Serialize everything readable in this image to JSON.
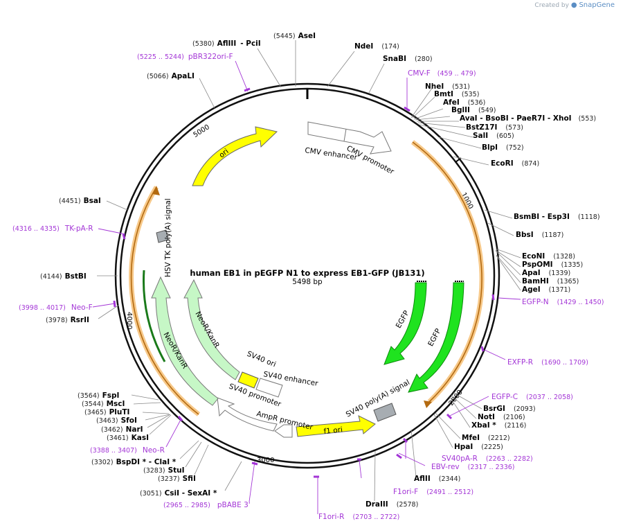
{
  "branding": {
    "created_by": "Created by",
    "app_name": "SnapGene"
  },
  "plasmid": {
    "title": "human EB1 in pEGFP N1 to express EB1-GFP (JB131)",
    "size_text": "5498 bp",
    "length": 5498
  },
  "colors": {
    "primer": "#a335d6",
    "orf": "#f5b04a",
    "egfp": "#1fe31f",
    "ori": "#ffff00",
    "neo": "#c6f7c6",
    "backbone": "#111111"
  },
  "scale_ticks": [
    "1000",
    "2000",
    "3000",
    "4000",
    "5000"
  ],
  "enzymes": [
    {
      "name": "AseI",
      "pos": "(5445)"
    },
    {
      "name": "AflIII",
      "pos": "(5380)",
      "extra": "- PciI"
    },
    {
      "name": "ApaLI",
      "pos": "(5066)"
    },
    {
      "name": "NdeI",
      "pos": "(174)"
    },
    {
      "name": "SnaBI",
      "pos": "(280)"
    },
    {
      "name": "NheI",
      "pos": "(531)"
    },
    {
      "name": "BmtI",
      "pos": "(535)"
    },
    {
      "name": "AfeI",
      "pos": "(536)"
    },
    {
      "name": "BglII",
      "pos": "(549)"
    },
    {
      "name": "AvaI - BsoBI - PaeR7I - XhoI",
      "pos": "(553)"
    },
    {
      "name": "BstZ17I",
      "pos": "(573)"
    },
    {
      "name": "SalI",
      "pos": "(605)"
    },
    {
      "name": "BlpI",
      "pos": "(752)"
    },
    {
      "name": "EcoRI",
      "pos": "(874)"
    },
    {
      "name": "BsmBI - Esp3I",
      "pos": "(1118)"
    },
    {
      "name": "BbsI",
      "pos": "(1187)"
    },
    {
      "name": "EcoNI",
      "pos": "(1328)"
    },
    {
      "name": "PspOMI",
      "pos": "(1335)"
    },
    {
      "name": "ApaI",
      "pos": "(1339)"
    },
    {
      "name": "BamHI",
      "pos": "(1365)"
    },
    {
      "name": "AgeI",
      "pos": "(1371)"
    },
    {
      "name": "BsrGI",
      "pos": "(2093)"
    },
    {
      "name": "NotI",
      "pos": "(2106)"
    },
    {
      "name": "XbaI *",
      "pos": "(2116)"
    },
    {
      "name": "MfeI",
      "pos": "(2212)"
    },
    {
      "name": "HpaI",
      "pos": "(2225)"
    },
    {
      "name": "AflII",
      "pos": "(2344)"
    },
    {
      "name": "DraIII",
      "pos": "(2578)"
    },
    {
      "name": "CsiI - SexAI *",
      "pos": "(3051)"
    },
    {
      "name": "SfiI",
      "pos": "(3237)"
    },
    {
      "name": "StuI",
      "pos": "(3283)"
    },
    {
      "name": "BspDI * - ClaI *",
      "pos": "(3302)"
    },
    {
      "name": "KasI",
      "pos": "(3461)"
    },
    {
      "name": "NarI",
      "pos": "(3462)"
    },
    {
      "name": "SfoI",
      "pos": "(3463)"
    },
    {
      "name": "PluTI",
      "pos": "(3465)"
    },
    {
      "name": "MscI",
      "pos": "(3544)"
    },
    {
      "name": "FspI",
      "pos": "(3564)"
    },
    {
      "name": "RsrII",
      "pos": "(3978)"
    },
    {
      "name": "BstBI",
      "pos": "(4144)"
    },
    {
      "name": "BsaI",
      "pos": "(4451)"
    }
  ],
  "primers": [
    {
      "name": "pBR322ori-F",
      "range": "(5225 .. 5244)"
    },
    {
      "name": "CMV-F",
      "range": "(459 .. 479)"
    },
    {
      "name": "EGFP-N",
      "range": "(1429 .. 1450)"
    },
    {
      "name": "EXFP-R",
      "range": "(1690 .. 1709)"
    },
    {
      "name": "EGFP-C",
      "range": "(2037 .. 2058)"
    },
    {
      "name": "SV40pA-R",
      "range": "(2263 .. 2282)"
    },
    {
      "name": "EBV-rev",
      "range": "(2317 .. 2336)"
    },
    {
      "name": "F1ori-F",
      "range": "(2491 .. 2512)"
    },
    {
      "name": "F1ori-R",
      "range": "(2703 .. 2722)"
    },
    {
      "name": "pBABE 3'",
      "range": "(2965 .. 2985)"
    },
    {
      "name": "Neo-R",
      "range": "(3388 .. 3407)"
    },
    {
      "name": "Neo-F",
      "range": "(3998 .. 4017)"
    },
    {
      "name": "TK-pA-R",
      "range": "(4316 .. 4335)"
    }
  ],
  "features": {
    "cmv_enhancer": "CMV enhancer",
    "cmv_promoter": "CMV promoter",
    "egfp_inner": "EGFP",
    "egfp_outer": "EGFP",
    "sv40_polya": "SV40 poly(A) signal",
    "f1_ori": "f1 ori",
    "ampr_promoter": "AmpR promoter",
    "sv40_promoter": "SV40 promoter",
    "sv40_enhancer": "SV40 enhancer",
    "sv40_ori": "SV40 ori",
    "neo_inner": "NeoR/KanR",
    "neo_outer": "NeoR/KanR",
    "hsv_tk": "HSV TK poly(A) signal",
    "ori": "ori"
  }
}
